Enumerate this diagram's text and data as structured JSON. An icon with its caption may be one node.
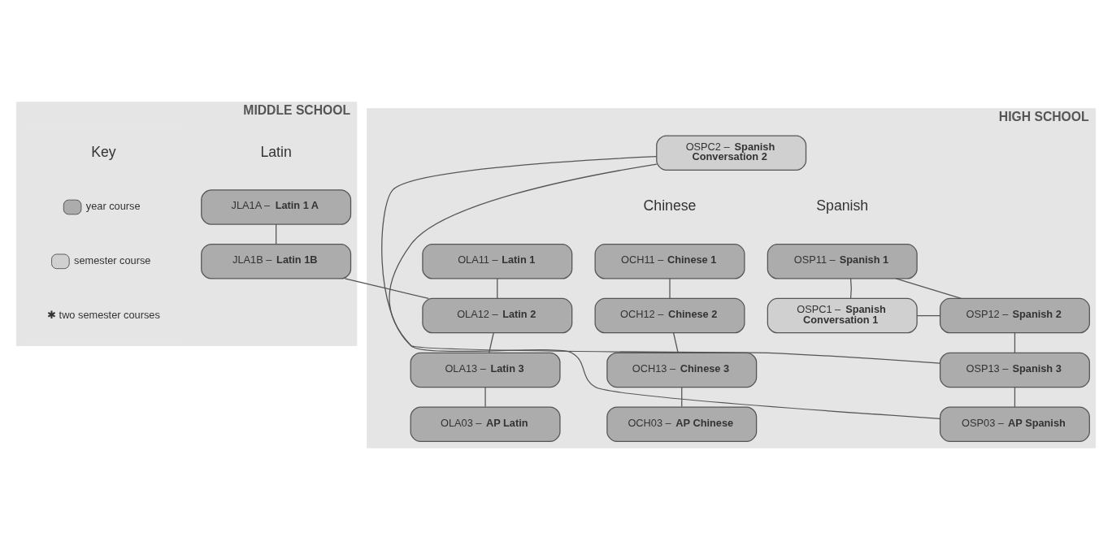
{
  "diagram": {
    "nodes": [
      {
        "text": [
          "MIDDLE SCHOOL"
        ]
      },
      {
        "text": [
          "JLA1A – **Latin 1 A**"
        ],
        "in": 0
      },
      {
        "text": [
          "JLA1B – **Latin 1B**"
        ],
        "in": 0
      },
      {
        "text": [
          "HIGH SCHOOL"
        ]
      },
      {
        "text": [
          "OCH11 – **Chinese 1**"
        ],
        "in": 3
      },
      {
        "text": [
          "OCH12 – **Chinese 2**"
        ],
        "in": 3
      },
      {
        "text": [
          "OCH13 – **Chinese 3**"
        ],
        "in": 3
      },
      {
        "text": [
          "OCH03 – **AP Chinese**"
        ],
        "in": 3
      },
      {
        "text": [
          "OLA11 – **Latin 1**"
        ],
        "in": 3
      },
      {
        "text": [
          "OLA12 – **Latin 2**"
        ],
        "in": 3
      },
      {
        "text": [
          "OLA13 – **Latin 3**"
        ],
        "in": 3
      },
      {
        "text": [
          "OLA03 – **AP Latin**"
        ],
        "in": 3
      },
      {
        "text": [
          "OSP11 – **Spanish 1**"
        ],
        "in": 3
      },
      {
        "text": [
          "OSP12 – **Spanish 2**"
        ],
        "in": 3
      },
      {
        "text": [
          "OSPC1 – **Spanish Conversation 1**"
        ],
        "in": 3
      },
      {
        "text": [
          "OSP13 – **Spanish 3**"
        ],
        "in": 3
      },
      {
        "text": [
          "OSP03 – **AP Spanish**"
        ],
        "in": 3
      },
      {
        "text": [
          "OSPC2 – **Spanish Conversation 2**"
        ],
        "in": 3
      }
    ],
    "edges": [
      {
        "from": 1,
        "to": 2,
        "arrow": "none"
      },
      {
        "from": 2,
        "to": 9,
        "arrow": "none"
      },
      {
        "from": 4,
        "to": 5,
        "arrow": "none"
      },
      {
        "from": 5,
        "to": 6,
        "arrow": "none"
      },
      {
        "from": 6,
        "to": 7,
        "arrow": "none"
      },
      {
        "from": 8,
        "to": 9,
        "arrow": "none"
      },
      {
        "from": 9,
        "to": 10,
        "arrow": "none"
      },
      {
        "from": 10,
        "to": 11,
        "arrow": "none"
      },
      {
        "from": 12,
        "to": 13,
        "arrow": "none"
      },
      {
        "from": 13,
        "to": 15,
        "arrow": "none"
      },
      {
        "from": 15,
        "to": 16,
        "arrow": "none"
      },
      {
        "from": 12,
        "to": 14,
        "arrow": "none"
      },
      {
        "from": 13,
        "to": 14,
        "arrow": "none"
      },
      {
        "from": 15,
        "to": 17,
        "arrow": "none"
      },
      {
        "from": 16,
        "to": 17,
        "arrow": "none"
      }
    ],
    "labels": [
      "Key",
      "Latin",
      "Chinese",
      "Spanish"
    ],
    "legend": [
      {
        "text": "year course",
        "color": "#acacac"
      },
      {
        "text": "semester course",
        "color": "#d1d0d1"
      },
      {
        "text": "✱ two semester courses"
      }
    ]
  }
}
